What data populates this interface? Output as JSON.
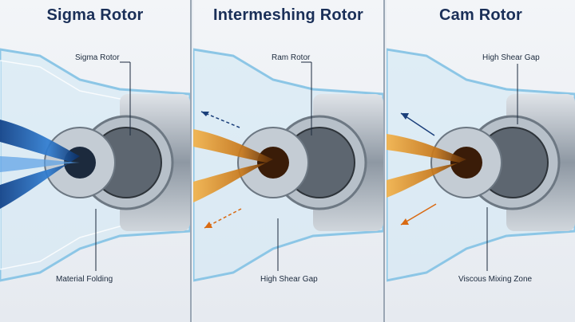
{
  "panels": [
    {
      "title": "Sigma Rotor",
      "fluid_color": "#1f5fb0",
      "callouts": {
        "top": "Sigma Rotor",
        "bottom": "Material Folding"
      }
    },
    {
      "title": "Intermeshing Rotor",
      "fluid_color": "#c8781a",
      "callouts": {
        "top": "Ram Rotor",
        "bottom": "High Shear Gap"
      }
    },
    {
      "title": "Cam Rotor",
      "fluid_color": "#c8781a",
      "callouts": {
        "top": "High Shear Gap",
        "bottom": "Viscous Mixing Zone"
      }
    }
  ],
  "colors": {
    "title": "#1a2f58",
    "divider": "#9aa6b4",
    "glass": "#bfe0f2",
    "steel": "#9aa3ad",
    "arrow_blue": "#1a3f7a",
    "arrow_orange": "#d96a12"
  }
}
